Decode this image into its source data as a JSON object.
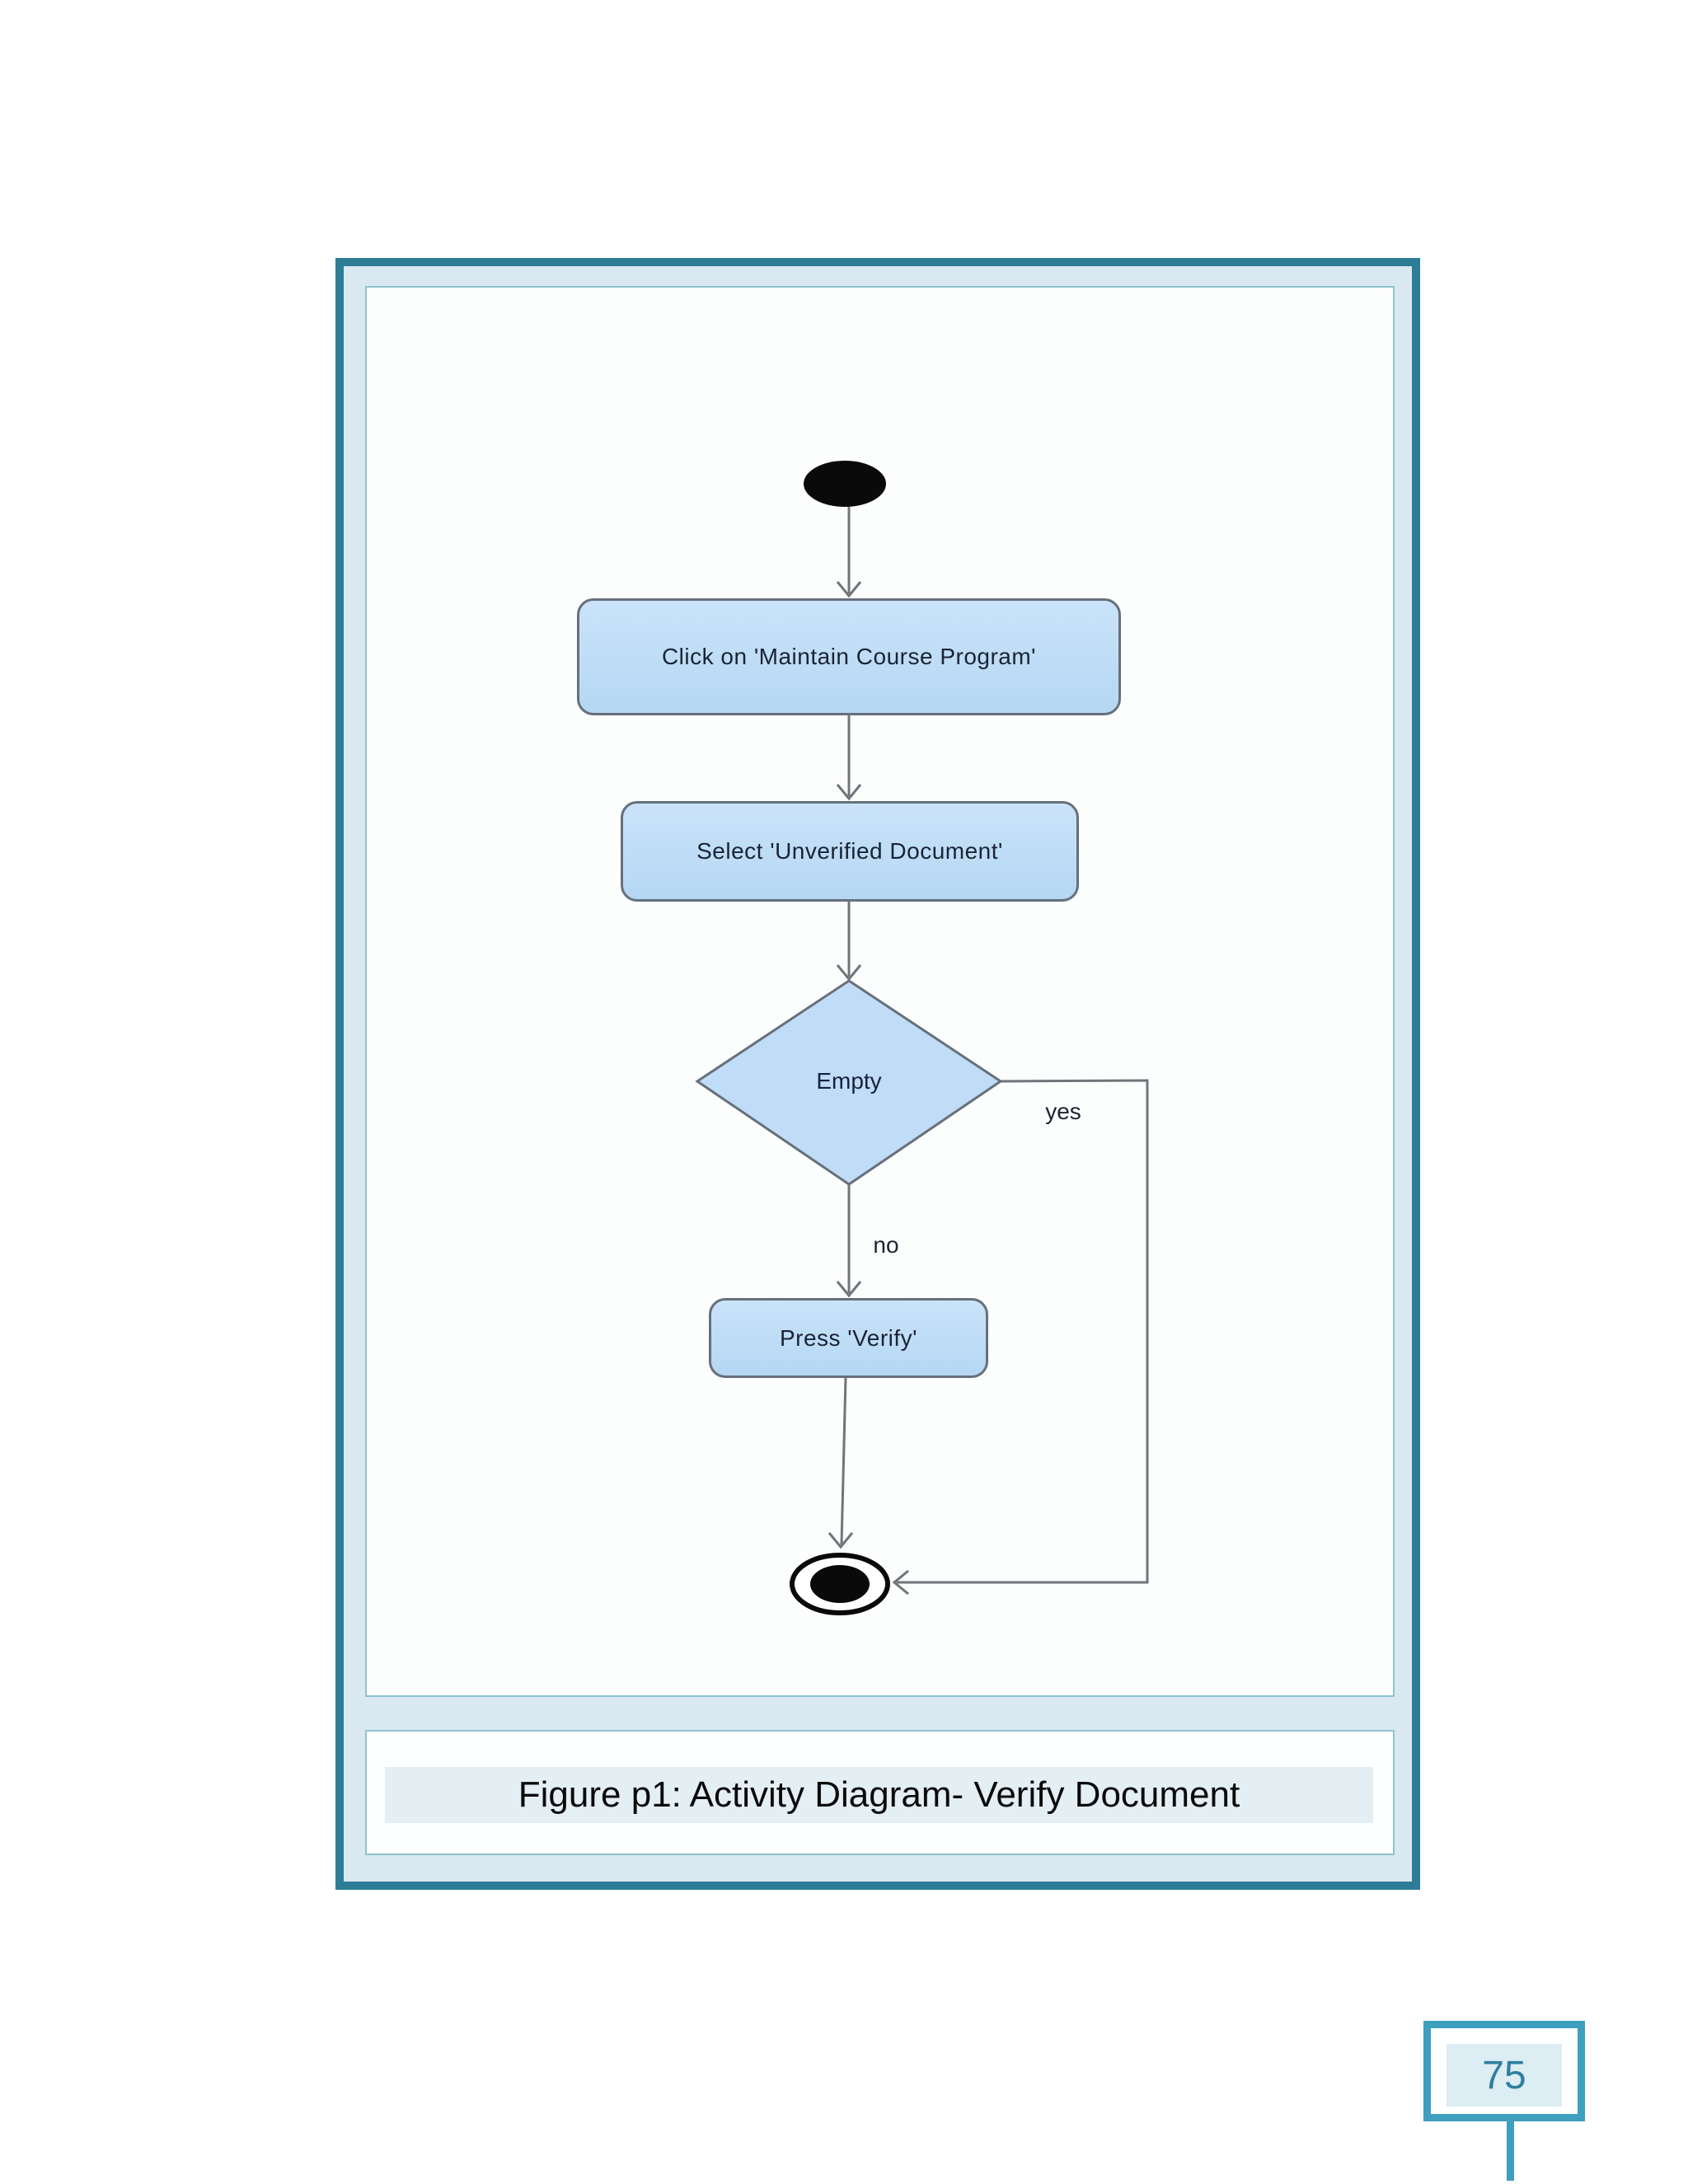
{
  "figure": {
    "caption": "Figure p1: Activity Diagram- Verify Document",
    "diagram": {
      "type": "uml-activity",
      "nodes": {
        "start": {
          "type": "initial"
        },
        "action1": {
          "label": "Click on 'Maintain Course Program'"
        },
        "action2": {
          "label": "Select 'Unverified Document'"
        },
        "decision1": {
          "label": "Empty"
        },
        "action3": {
          "label": "Press 'Verify'"
        },
        "end": {
          "type": "final"
        }
      },
      "edge_labels": {
        "yes": "yes",
        "no": "no"
      },
      "flow": [
        "start -> action1",
        "action1 -> action2",
        "action2 -> decision1",
        "decision1 -no-> action3",
        "decision1 -yes-> end",
        "action3 -> end"
      ]
    }
  },
  "page": {
    "number": "75"
  },
  "colors": {
    "frame_border": "#2C7D95",
    "frame_fill": "#DAE9F1",
    "panel_border": "#8FC2D0",
    "node_fill_top": "#CAE3FA",
    "node_fill_bottom": "#B5D7F3",
    "node_border": "#66707B",
    "node_text": "#1A2433",
    "connector": "#6F7579",
    "caption_band": "#E3EFF3",
    "page_number_accent": "#3E9FBE"
  }
}
